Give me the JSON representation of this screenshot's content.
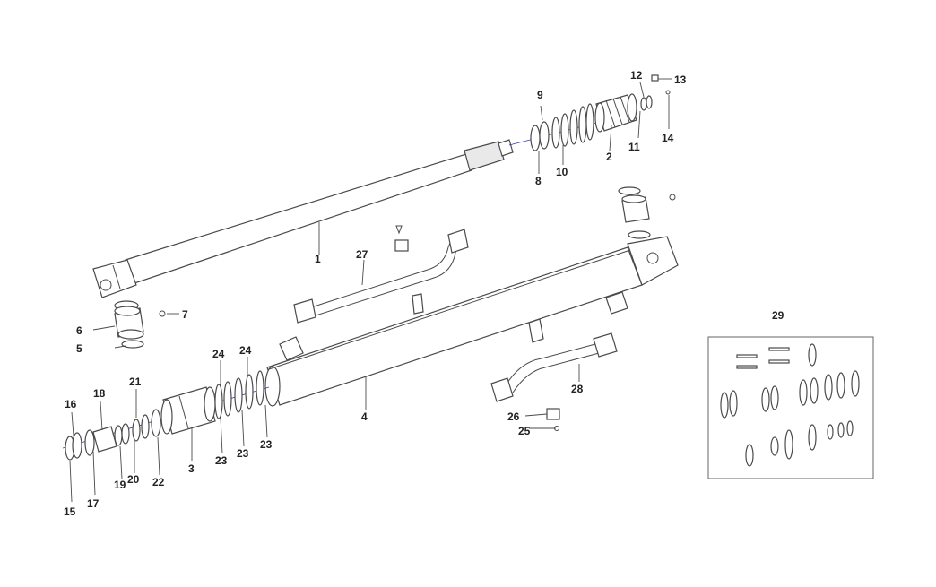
{
  "callouts": {
    "c1": "1",
    "c2": "2",
    "c3": "3",
    "c4": "4",
    "c5": "5",
    "c6": "6",
    "c7": "7",
    "c8": "8",
    "c9": "9",
    "c10": "10",
    "c11": "11",
    "c12": "12",
    "c13": "13",
    "c14": "14",
    "c15": "15",
    "c16": "16",
    "c17": "17",
    "c18": "18",
    "c19": "19",
    "c20": "20",
    "c21": "21",
    "c22": "22",
    "c23a": "23",
    "c23b": "23",
    "c23c": "23",
    "c24a": "24",
    "c24b": "24",
    "c25": "25",
    "c26": "26",
    "c27": "27",
    "c28": "28",
    "c29": "29"
  }
}
